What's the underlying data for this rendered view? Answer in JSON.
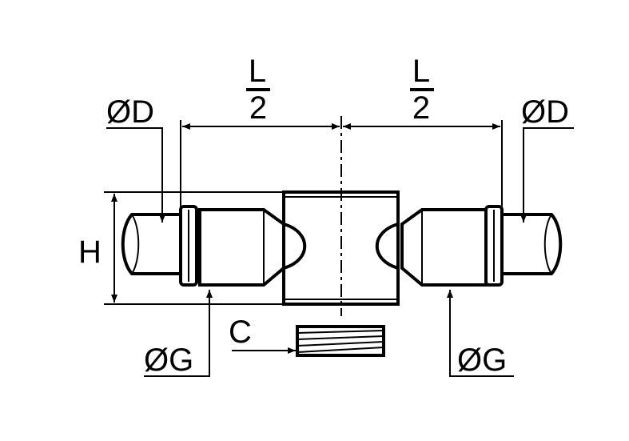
{
  "labels": {
    "half_length_top_left": "L",
    "half_length_bottom_left": "2",
    "half_length_top_right": "L",
    "half_length_bottom_right": "2",
    "tube_diameter_left": "ØD",
    "tube_diameter_right": "ØD",
    "height": "H",
    "collet_diameter_left": "ØG",
    "collet_diameter_right": "ØG",
    "thread": "C"
  }
}
